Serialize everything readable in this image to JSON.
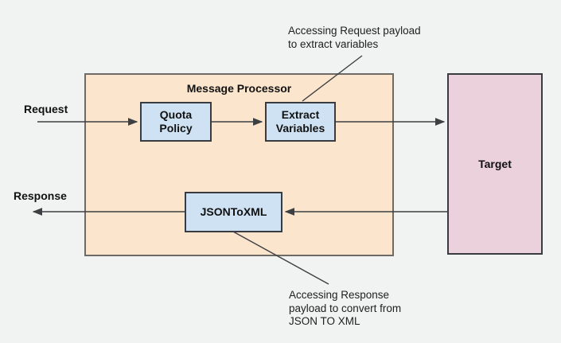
{
  "colors": {
    "background": "#f1f2f2",
    "processor_fill": "#fce5cd",
    "processor_border": "#6e6a66",
    "node_fill": "#cfe2f3",
    "node_border": "#383c40",
    "target_fill": "#ead1dc",
    "connector": "#3d4043",
    "text": "#111111"
  },
  "diagram": {
    "processor_title": "Message Processor",
    "nodes": {
      "quota": [
        "Quota",
        "Policy"
      ],
      "extract": [
        "Extract",
        "Variables"
      ],
      "json_to_xml": "JSONToXML",
      "target": "Target"
    },
    "labels": {
      "request": "Request",
      "response": "Response"
    },
    "annotations": {
      "top": [
        "Accessing Request payload",
        "to extract variables"
      ],
      "bottom": [
        "Accessing Response",
        "payload to convert from",
        "JSON TO XML"
      ]
    }
  }
}
